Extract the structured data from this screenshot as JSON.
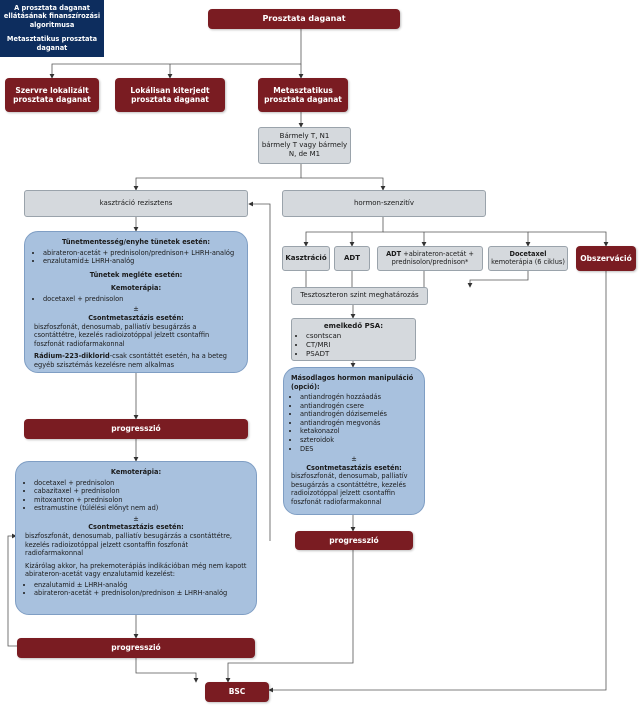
{
  "corner": {
    "title": "A prosztata daganat ellátásának finanszírozási algoritmusa",
    "subtitle": "Metasztatikus prosztata daganat"
  },
  "top": "Prosztata daganat",
  "branches": {
    "local": "Szervre lokalizált prosztata daganat",
    "locally_advanced": "Lokálisan kiterjedt prosztata daganat",
    "metastatic": "Metasztatikus prosztata daganat"
  },
  "staging": {
    "line1": "Bármely T, N1",
    "line2": "bármely T vagy bármely",
    "line3": "N, de M1"
  },
  "castration_resistant": "kasztráció rezisztens",
  "hormone_sensitive": "hormon-szenzitív",
  "left_box1": {
    "h1": "Tünetmentesség/enyhe tünetek esetén:",
    "items1": [
      "abirateron-acetát + prednisolon/prednison+ LHRH-analóg",
      "enzalutamid± LHRH-analóg"
    ],
    "h2": "Tünetek megléte esetén:",
    "h3": "Kemoterápia:",
    "items2": [
      "docetaxel + prednisolon"
    ],
    "pm": "±",
    "h4": "Csontmetasztázis esetén:",
    "text4": "biszfoszfonát, denosumab, palliatív besugárzás a csontáttétre, kezelés radioizotóppal jelzett csontaffin foszfonát radiofarmakonnal",
    "radium_bold": "Rádium-223-diklorid",
    "radium_text": "-csak csontáttét esetén, ha a beteg egyéb szisztémás kezelésre nem alkalmas"
  },
  "progression_label": "progresszió",
  "left_box2": {
    "h1": "Kemoterápia:",
    "items1": [
      "docetaxel + prednisolon",
      "cabazitaxel + prednisolon",
      "mitoxantron + prednisolon",
      "estramustine (túlélési előnyt nem ad)"
    ],
    "pm": "±",
    "h2": "Csontmetasztázis esetén:",
    "text2": "biszfoszfonát, denosumab, palliatív besugárzás a csontáttétre, kezelés radioizotóppal jelzett csontaffin foszfonát radiofarmakonnal",
    "text3": "Kizárólag akkor, ha prekemoterápiás indikációban még nem kapott abirateron-acetát vagy enzalutamid kezelést:",
    "items3": [
      "enzalutamid ± LHRH-analóg",
      "abirateron-acetát + prednisolon/prednison ± LHRH-analóg"
    ]
  },
  "treatments": {
    "kasztracio": "Kasztráció",
    "adt": "ADT",
    "adt_abi_bold": "ADT",
    "adt_abi_text": " +abirateron-acetát + prednisolon/prednison*",
    "docetaxel_bold": "Docetaxel",
    "docetaxel_text": "kemoterápia (6 ciklus)",
    "observacio": "Obszerváció"
  },
  "testosterone": "Tesztoszteron szint meghatározás",
  "psa_box": {
    "h": "emelkedő PSA:",
    "items": [
      "csontscan",
      "CT/MRI",
      "PSADT"
    ]
  },
  "secondary_box": {
    "h1": "Másodlagos hormon manipuláció (opció):",
    "items": [
      "antiandrogén hozzáadás",
      "antiandrogén csere",
      "antiandrogén dózisemelés",
      "antiandrogén megvonás",
      "ketakonazol",
      "szteroidok",
      "DES"
    ],
    "pm": "±",
    "h2": "Csontmetasztázis esetén:",
    "text2": "biszfoszfonát, denosumab, palliatív besugárzás a csontáttétre, kezelés radioizotóppal jelzett csontaffin foszfonát radiofarmakonnal"
  },
  "bsc": "BSC"
}
